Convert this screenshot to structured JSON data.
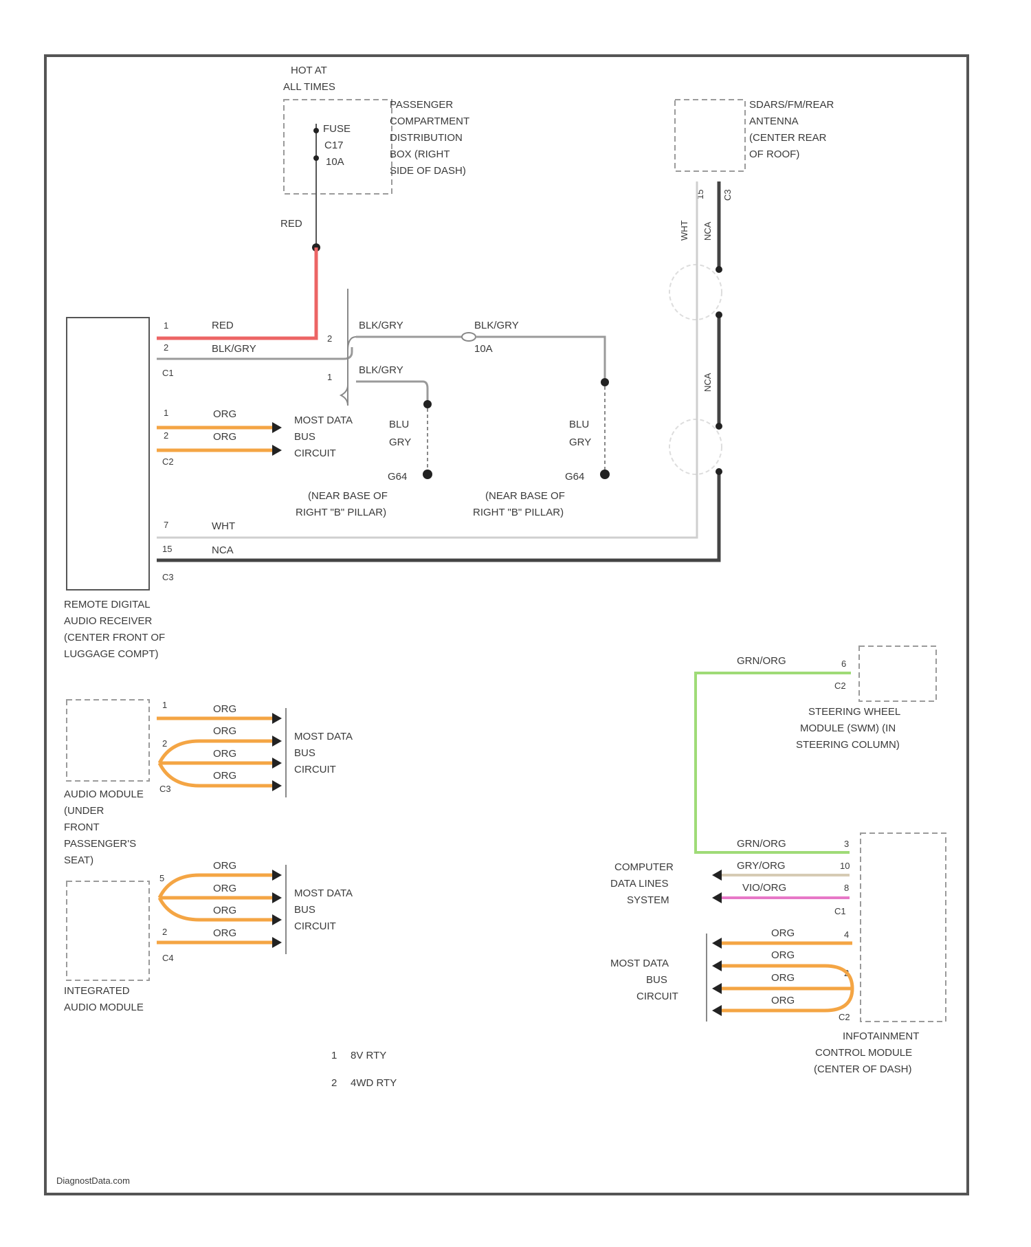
{
  "fuse_box": {
    "hot_label_1": "HOT AT",
    "hot_label_2": "ALL TIMES",
    "fuse_1": "FUSE",
    "fuse_2": "C17",
    "fuse_3": "10A",
    "desc": [
      "PASSENGER",
      "COMPARTMENT",
      "DISTRIBUTION",
      "BOX (RIGHT",
      "SIDE OF DASH)"
    ],
    "wire_red": "RED"
  },
  "antenna": {
    "desc": [
      "SDARS/FM/REAR",
      "ANTENNA",
      "(CENTER REAR",
      "OF ROOF)"
    ],
    "pin_left": "15",
    "pin_right": "C3",
    "wire_wht": "WHT",
    "wire_nca_1": "NCA",
    "wire_nca_2": "NCA"
  },
  "receiver": {
    "desc": [
      "REMOTE DIGITAL",
      "AUDIO RECEIVER",
      "(CENTER FRONT OF",
      "LUGGAGE COMPT)"
    ],
    "c1_pin1": "1",
    "c1_wire1": "RED",
    "c1_pin2": "2",
    "c1_wire2": "BLK/GRY",
    "c1_conn": "C1",
    "c2_pin1": "1",
    "c2_wire1": "ORG",
    "c2_pin2": "2",
    "c2_wire2": "ORG",
    "c2_conn": "C2",
    "c3_pin1": "7",
    "c3_wire1": "WHT",
    "c3_pin2": "15",
    "c3_wire2": "NCA",
    "c3_conn": "C3",
    "most_1": "MOST DATA",
    "most_2": "BUS",
    "most_3": "CIRCUIT"
  },
  "grounds": {
    "splice_pin_a": "2",
    "splice_pin_b": "1",
    "wire_top": "BLK/GRY",
    "wire_top_b": "BLK/GRY",
    "wire_lower": "BLK/GRY",
    "fuse_ref": "10A",
    "g1_pin1": "BLU",
    "g1_pin2": "GRY",
    "g1_name": "G64",
    "g1_loc_1": "(NEAR BASE OF",
    "g1_loc_2": "RIGHT \"B\" PILLAR)",
    "g2_pin1": "BLU",
    "g2_pin2": "GRY",
    "g2_name": "G64",
    "g2_loc_1": "(NEAR BASE OF",
    "g2_loc_2": "RIGHT \"B\" PILLAR)"
  },
  "audio_module": {
    "desc": [
      "AUDIO MODULE",
      "(UNDER",
      "FRONT",
      "PASSENGER'S",
      "SEAT)"
    ],
    "wires": [
      "ORG",
      "ORG",
      "ORG",
      "ORG"
    ],
    "pin_top": "1",
    "pin_mid": "2",
    "pin_low": "C3",
    "most_1": "MOST DATA",
    "most_2": "BUS",
    "most_3": "CIRCUIT"
  },
  "integrated_module": {
    "desc": [
      "INTEGRATED",
      "AUDIO MODULE"
    ],
    "wires": [
      "ORG",
      "ORG",
      "ORG",
      "ORG"
    ],
    "pin_top": "5",
    "pin_mid": "2",
    "conn": "C4",
    "most_1": "MOST DATA",
    "most_2": "BUS",
    "most_3": "CIRCUIT"
  },
  "steering_module": {
    "desc": [
      "STEERING WHEEL",
      "MODULE (SWM) (IN",
      "STEERING COLUMN)"
    ],
    "pin": "6",
    "conn": "C2",
    "wire": "GRN/ORG"
  },
  "infotainment": {
    "desc": [
      "INFOTAINMENT",
      "CONTROL MODULE",
      "(CENTER OF DASH)"
    ],
    "wire_top": "GRN/ORG",
    "wire_2": "GRY/ORG",
    "wire_3": "VIO/ORG",
    "pin_a": "3",
    "pin_b": "10",
    "pin_c": "8",
    "conn_c1": "C1",
    "cdl_1": "COMPUTER",
    "cdl_2": "DATA LINES",
    "cdl_3": "SYSTEM",
    "org_wires": [
      "ORG",
      "ORG",
      "ORG",
      "ORG"
    ],
    "pin_d": "4",
    "pin_e": "2",
    "conn_c2": "C2",
    "most_1": "MOST DATA",
    "most_2": "BUS",
    "most_3": "CIRCUIT"
  },
  "legend": {
    "n1": "1",
    "t1": "8V RTY",
    "n2": "2",
    "t2": "4WD RTY"
  },
  "footer": {
    "watermark": "DiagnostData.com"
  },
  "colors": {
    "org": "#f4a544",
    "red": "#ec6565",
    "grn": "#9fdb77",
    "pnk": "#e777c7",
    "blk": "#444444"
  }
}
